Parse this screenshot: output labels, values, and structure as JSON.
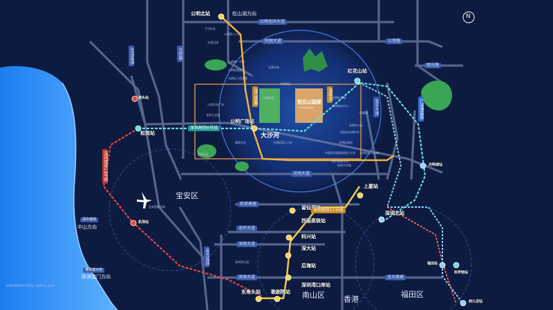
{
  "map": {
    "north_label": "N",
    "districts": {
      "baoan": "宝安区",
      "nanshan": "南山区",
      "hongkong": "香港",
      "futian": "福田区"
    },
    "project": {
      "name": "悦见公园里",
      "sub": "YUEJIAN PARK"
    },
    "landmark": "大沙河",
    "stations": {
      "gongming_north": "公明北站",
      "gongming_square": "公明广场站",
      "honghuashan": "红花山站",
      "songgang": "松岗站",
      "bihu": "碧头站",
      "jichang": "机场站",
      "guangming_city": "光明城站",
      "shangwu": "上屋站",
      "shenzhen_north": "深圳北站",
      "liuxiandong": "留仙洞站",
      "xili_hsr": "西丽高铁站",
      "kexing": "科兴站",
      "shenda": "深大站",
      "houhai": "后海站",
      "shenzhenwan": "深圳湾口岸站",
      "dongjiaotou": "东角头站",
      "gewuyuan": "歌剧院站",
      "futian_center": "福田站",
      "kexue": "科学馆站",
      "xijiulong": "西九龙站"
    },
    "roads": {
      "gongming_north_ring": "公明北环大道",
      "gongchang": "公常路",
      "tongguan": "同观大道",
      "guangming_ave": "光明大道",
      "jihe_expwy": "机荷高速",
      "beihuan": "北环大道",
      "shennan": "深南大道",
      "binhai": "滨海大道",
      "longda": "龙大高速",
      "changzhen": "长深高速",
      "guanguang": "观光路",
      "guangqiao": "光侨路",
      "nanguang": "南光高速",
      "guangming_line": "广深港高铁",
      "baoan_road": "宝安大道"
    },
    "metro_tags": {
      "line6": "深圳地铁6号线",
      "line11": "深圳地铁11号线",
      "line13": "深圳地铁13号线",
      "line_short_north": "深圳北",
      "line_s": "深江铁路"
    },
    "directions": {
      "songshan_lake": "松山湖方向",
      "zhongshan": "中山方向",
      "zhuhai_macau": "珠海澳门方向",
      "zhongshan_bridge": "深中通道",
      "hkzm_bridge": "港珠澳大桥"
    },
    "pois": [
      "下村社区",
      "公明第二小学",
      "东莞石排",
      "公明第一中学",
      "公明街道办",
      "光明区人民医院",
      "公明文化广场",
      "玉律水库",
      "光明新区",
      "光明科学城",
      "中国科学院深圳理工大学",
      "公明商业中心",
      "长圳工业园",
      "光明区政府",
      "深圳市光明中学",
      "光明区第二小学",
      "塘尾社区",
      "塘家社区",
      "玉塘街道",
      "光明国际汽车城",
      "光明中心区",
      "凤凰城",
      "深圳大学城",
      "南方科技大学",
      "深圳湾公园",
      "宝安国际机场"
    ],
    "disclaimer": "本项目规划仅作示意用，比例尺为 1:00"
  }
}
